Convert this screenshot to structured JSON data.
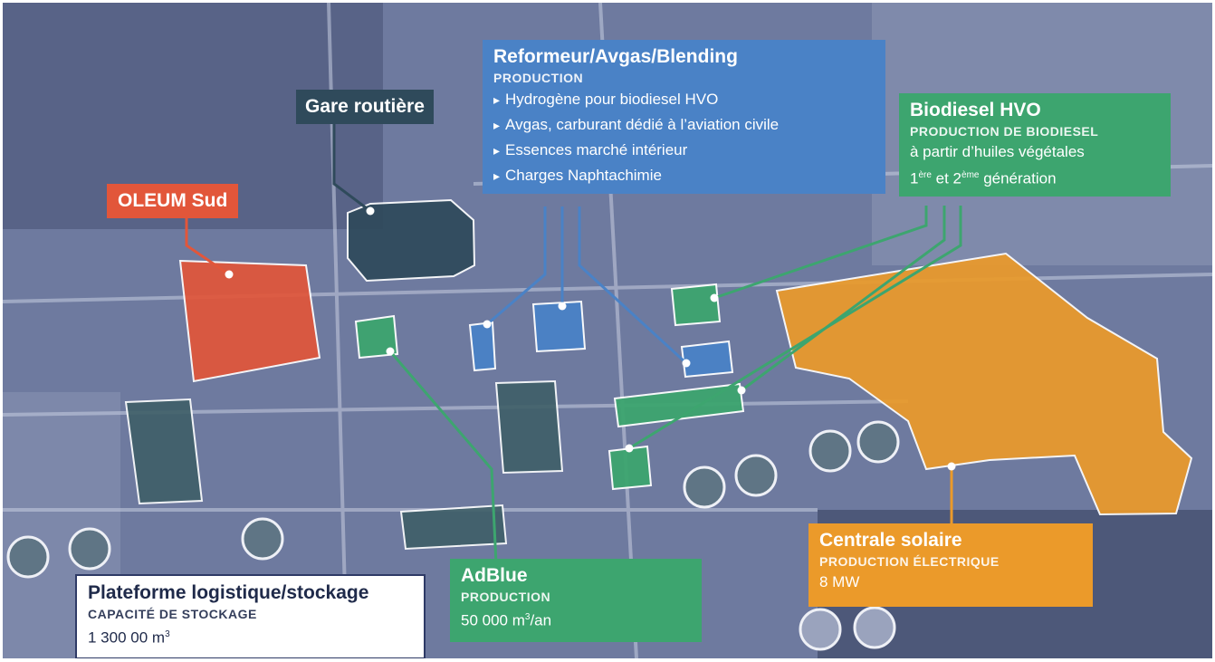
{
  "colors": {
    "orange_red": "#e2563a",
    "dark_teal": "#2f4a5b",
    "blue": "#4a82c6",
    "green": "#3da56f",
    "amber": "#eb9a2a",
    "white": "#ffffff"
  },
  "labels": {
    "gare": {
      "title": "Gare routière"
    },
    "oleum": {
      "title": "OLEUM Sud"
    },
    "reformeur": {
      "title": "Reformeur/Avgas/Blending",
      "sub": "PRODUCTION",
      "items": [
        "Hydrogène pour biodiesel HVO",
        "Avgas, carburant dédié à l’aviation civile",
        "Essences marché intérieur",
        "Charges Naphtachimie"
      ]
    },
    "biodiesel": {
      "title": "Biodiesel HVO",
      "sub": "PRODUCTION DE BIODIESEL",
      "line1": "à partir d’huiles végétales",
      "line2_a": "1",
      "line2_sup1": "ère",
      "line2_b": " et 2",
      "line2_sup2": "ème",
      "line2_c": " génération"
    },
    "adblue": {
      "title": "AdBlue",
      "sub": "PRODUCTION",
      "value_a": "50 000 m",
      "value_sup": "3",
      "value_b": "/an"
    },
    "solaire": {
      "title": "Centrale solaire",
      "sub": "PRODUCTION ÉLECTRIQUE",
      "value": "8 MW"
    },
    "plateforme": {
      "title": "Plateforme logistique/stockage",
      "sub": "CAPACITÉ DE STOCKAGE",
      "value_a": "1 300 00 m",
      "value_sup": "3"
    }
  }
}
